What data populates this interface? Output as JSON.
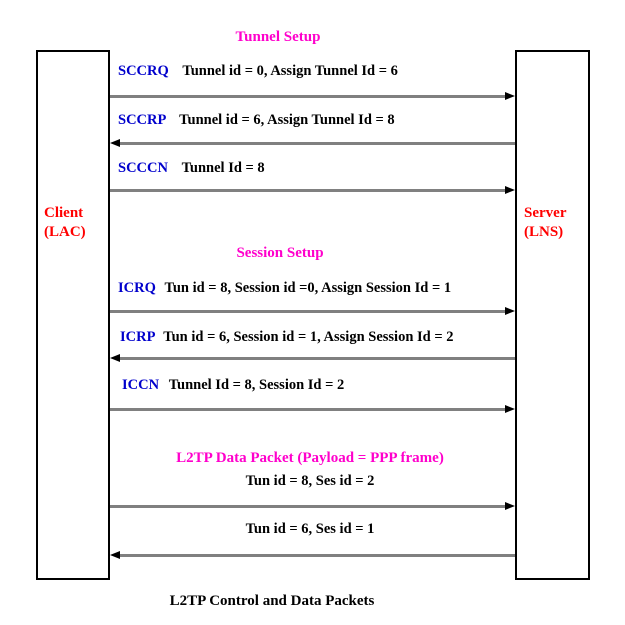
{
  "diagram": {
    "caption": "L2TP Control and Data Packets",
    "colors": {
      "code": "#0000cc",
      "section_title": "#ff00cc",
      "node_label": "#ff0000",
      "arrow_shaft": "#808080",
      "arrow_head": "#000000",
      "box_border": "#000000",
      "background": "#ffffff"
    }
  },
  "nodes": {
    "client": {
      "name": "Client",
      "role": "(LAC)"
    },
    "server": {
      "name": "Server",
      "role": "(LNS)"
    }
  },
  "sections": [
    {
      "id": "tunnel-setup",
      "title": "Tunnel Setup"
    },
    {
      "id": "session-setup",
      "title": "Session Setup"
    },
    {
      "id": "data-packet",
      "title": "L2TP Data Packet (Payload = PPP frame)"
    }
  ],
  "messages": [
    {
      "id": "sccrq",
      "code": "SCCRQ",
      "body": "Tunnel id = 0, Assign Tunnel Id = 6",
      "direction": "client-to-server"
    },
    {
      "id": "sccrp",
      "code": "SCCRP",
      "body": "Tunnel id = 6, Assign Tunnel Id = 8",
      "direction": "server-to-client"
    },
    {
      "id": "scccn",
      "code": "SCCCN",
      "body": "Tunnel Id = 8",
      "direction": "client-to-server"
    },
    {
      "id": "icrq",
      "code": "ICRQ",
      "body": "Tun id = 8, Session id =0, Assign Session Id = 1",
      "direction": "client-to-server"
    },
    {
      "id": "icrp",
      "code": "ICRP",
      "body": "Tun id = 6, Session id = 1, Assign Session Id = 2",
      "direction": "server-to-client"
    },
    {
      "id": "iccn",
      "code": "ICCN",
      "body": "Tunnel Id = 8, Session Id = 2",
      "direction": "client-to-server"
    },
    {
      "id": "data-downstream",
      "code": "",
      "body": "Tun id = 8, Ses id = 2",
      "direction": "client-to-server"
    },
    {
      "id": "data-upstream",
      "code": "",
      "body": "Tun id = 6, Ses id = 1",
      "direction": "server-to-client"
    }
  ]
}
